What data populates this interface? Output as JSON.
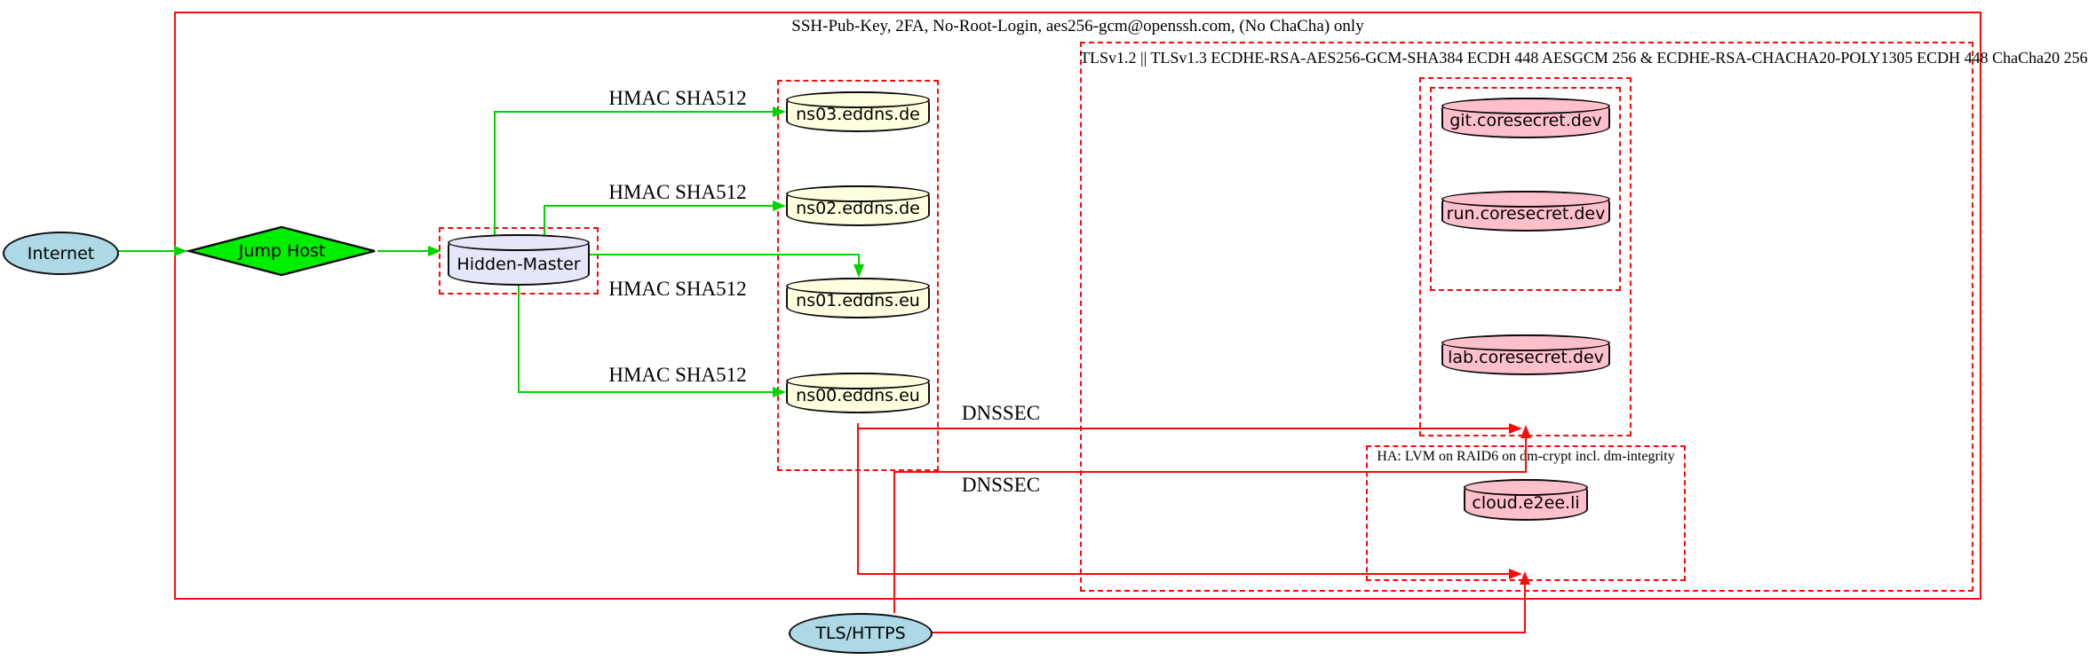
{
  "clusters": {
    "ssh": {
      "label": "SSH-Pub-Key, 2FA, No-Root-Login, aes256-gcm@openssh.com, (No ChaCha) only"
    },
    "tls": {
      "label": "TLSv1.2 || TLSv1.3 ECDHE-RSA-AES256-GCM-SHA384 ECDH 448 AESGCM 256 & ECDHE-RSA-CHACHA20-POLY1305 ECDH 448 ChaCha20 256"
    },
    "ha": {
      "label": "HA: LVM on RAID6 on dm-crypt incl. dm-integrity"
    }
  },
  "nodes": {
    "internet": {
      "label": "Internet",
      "shape": "ellipse",
      "fill": "#add8e6"
    },
    "jump_host": {
      "label": "Jump Host",
      "shape": "diamond",
      "fill": "#00ee00"
    },
    "hidden_master": {
      "label": "Hidden-Master",
      "shape": "cylinder",
      "fill": "#e6e6fa"
    },
    "ns03": {
      "label": "ns03.eddns.de",
      "shape": "cylinder",
      "fill": "#ffffe0"
    },
    "ns02": {
      "label": "ns02.eddns.de",
      "shape": "cylinder",
      "fill": "#ffffe0"
    },
    "ns01": {
      "label": "ns01.eddns.eu",
      "shape": "cylinder",
      "fill": "#ffffe0"
    },
    "ns00": {
      "label": "ns00.eddns.eu",
      "shape": "cylinder",
      "fill": "#ffffe0"
    },
    "git": {
      "label": "git.coresecret.dev",
      "shape": "cylinder",
      "fill": "#ffc0cb"
    },
    "run": {
      "label": "run.coresecret.dev",
      "shape": "cylinder",
      "fill": "#ffc0cb"
    },
    "lab": {
      "label": "lab.coresecret.dev",
      "shape": "cylinder",
      "fill": "#ffc0cb"
    },
    "cloud": {
      "label": "cloud.e2ee.li",
      "shape": "cylinder",
      "fill": "#ffc0cb"
    },
    "tls_https": {
      "label": "TLS/HTTPS",
      "shape": "ellipse",
      "fill": "#add8e6"
    }
  },
  "edge_labels": {
    "hmac": "HMAC SHA512",
    "dnssec": "DNSSEC"
  },
  "colors": {
    "node-lightblue": "#add8e6",
    "node-green": "#00ee00",
    "node-lavender": "#e6e6fa",
    "node-lightyellow": "#ffffe0",
    "node-pink": "#ffc0cb",
    "edge-green": "#00d400",
    "edge-red": "#fc0a0a"
  }
}
